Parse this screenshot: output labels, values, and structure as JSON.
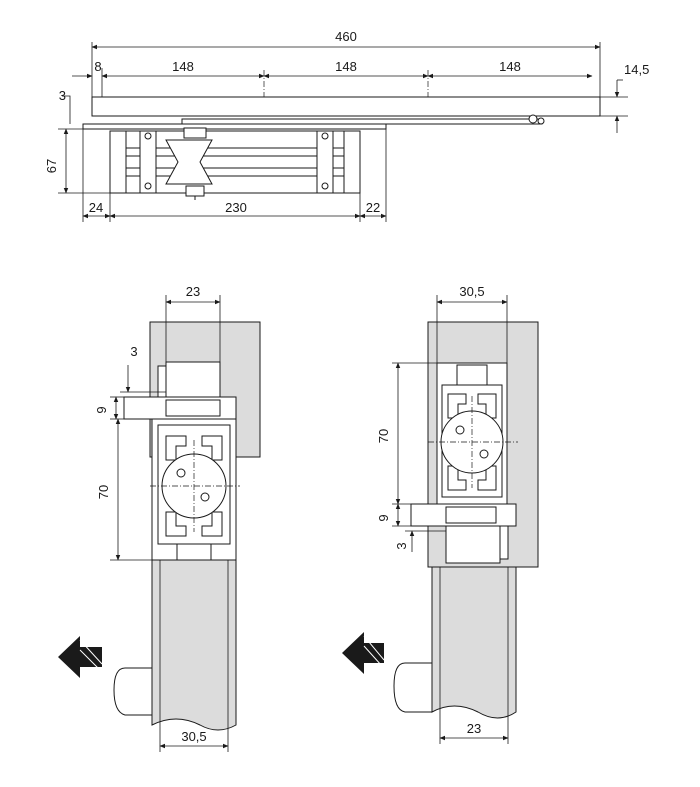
{
  "top_view": {
    "overall_length": "460",
    "edge_offset": "8",
    "segment_1": "148",
    "segment_2": "148",
    "segment_3": "148",
    "rail_height": "14,5",
    "arm_thickness": "3",
    "body_height": "67",
    "left_offset": "24",
    "body_length": "230",
    "right_offset": "22"
  },
  "section_left": {
    "top_width": "23",
    "arm_thickness": "3",
    "arm_height": "9",
    "body_height": "70",
    "bottom_width": "30,5"
  },
  "section_right": {
    "top_width": "30,5",
    "body_height": "70",
    "arm_height": "9",
    "arm_thickness": "3",
    "bottom_width": "23"
  },
  "colors": {
    "line": "#1a1a1a",
    "door_fill": "#dcdcdc",
    "background": "#ffffff"
  }
}
